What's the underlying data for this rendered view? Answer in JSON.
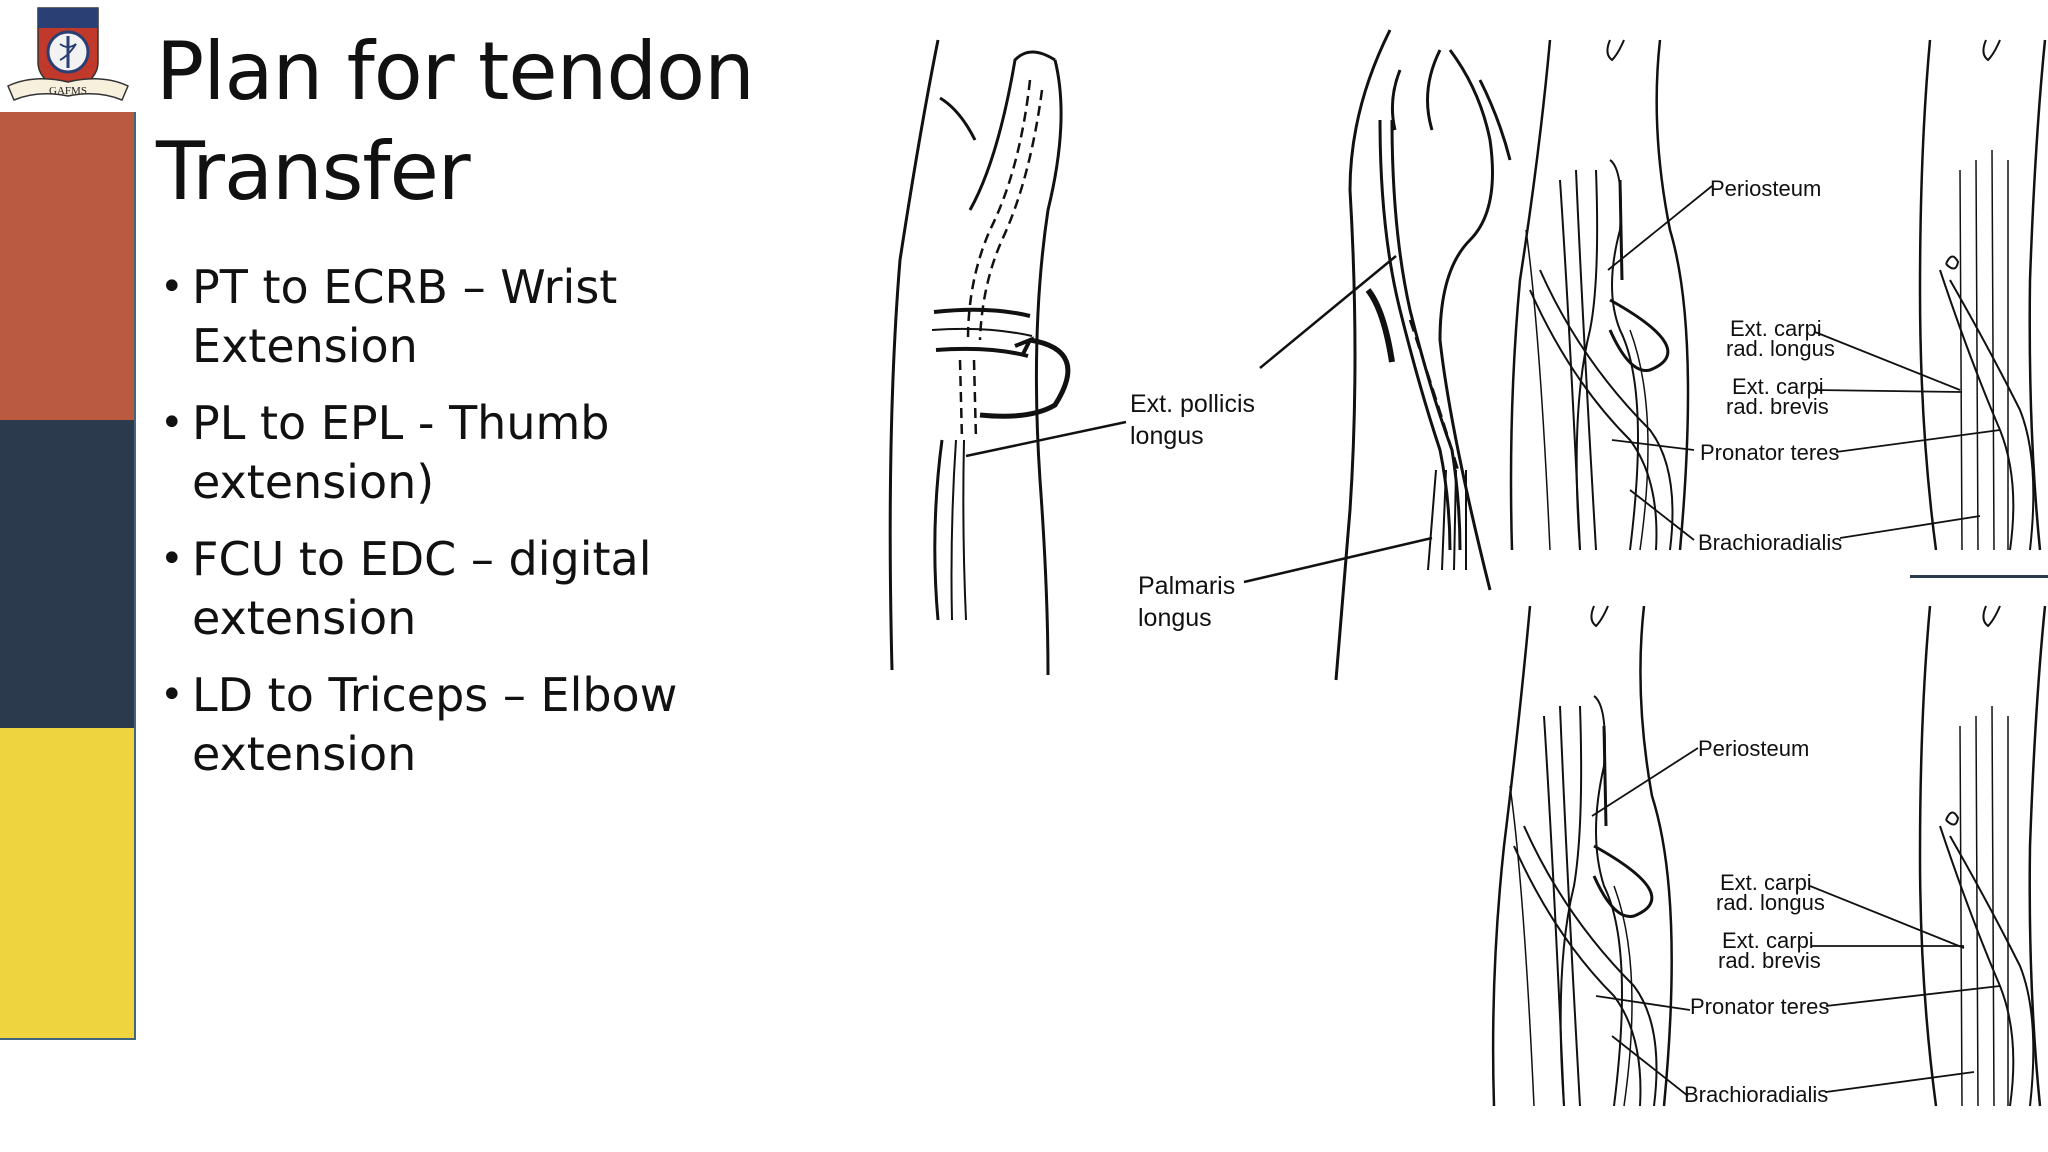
{
  "slide": {
    "title_line1": "Plan for tendon",
    "title_line2": "Transfer",
    "logo_text": "GAFMS",
    "bullets": [
      {
        "line1": "PT to ECRB – Wrist",
        "line2": "Extension"
      },
      {
        "line1": "PL to EPL - Thumb",
        "line2": "extension)"
      },
      {
        "line1": "FCU to EDC – digital",
        "line2": "extension"
      },
      {
        "line1": "LD to Triceps – Elbow",
        "line2": "extension"
      }
    ]
  },
  "figure_wrist": {
    "label_epl_1": "Ext. pollicis",
    "label_epl_2": "longus",
    "label_pl_1": "Palmaris",
    "label_pl_2": "longus"
  },
  "figure_forearm": {
    "periosteum": "Periosteum",
    "ecrl_1": "Ext. carpi",
    "ecrl_2": "rad. longus",
    "ecrb_1": "Ext. carpi",
    "ecrb_2": "rad. brevis",
    "pronator": "Pronator teres",
    "brachioradialis": "Brachioradialis"
  },
  "colors": {
    "stripe_red": "#b95a41",
    "stripe_navy": "#2b3a4d",
    "stripe_yellow": "#eed43f"
  }
}
